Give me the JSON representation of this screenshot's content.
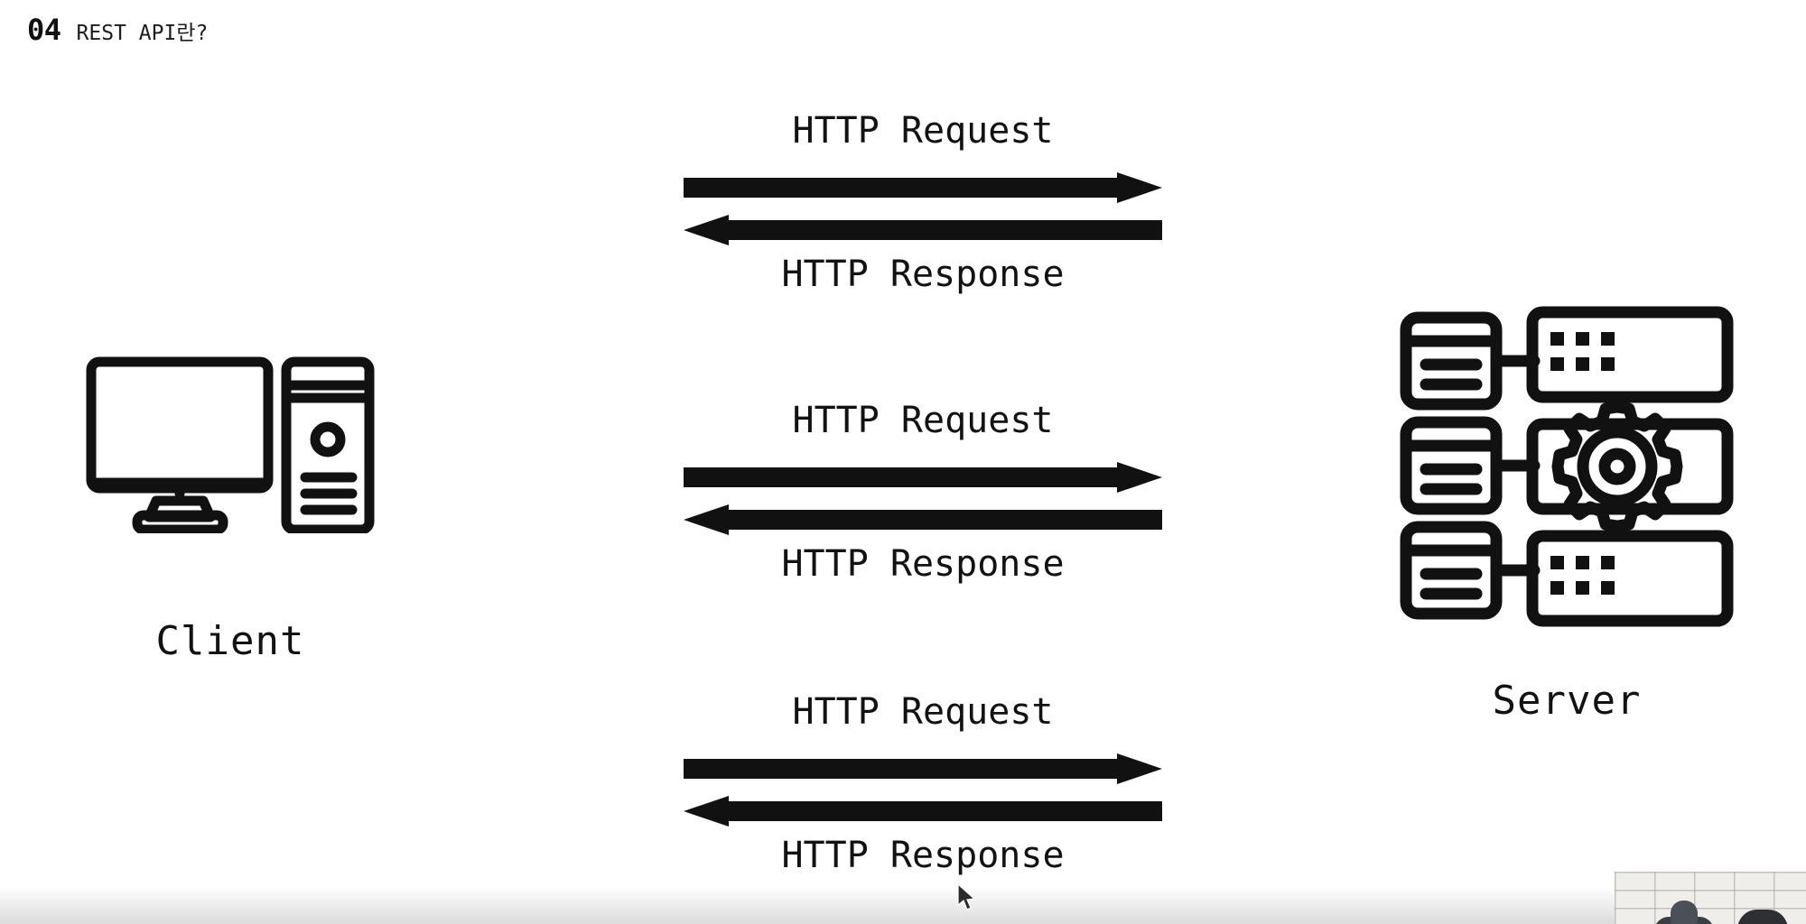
{
  "header": {
    "number": "04",
    "title": "REST API란?"
  },
  "nodes": {
    "client": {
      "label": "Client",
      "icon": "desktop-computer-icon"
    },
    "server": {
      "label": "Server",
      "icon": "server-rack-icon"
    }
  },
  "exchanges": [
    {
      "request_label": "HTTP Request",
      "response_label": "HTTP Response",
      "request_arrow": "arrow-right-icon",
      "response_arrow": "arrow-left-icon"
    },
    {
      "request_label": "HTTP Request",
      "response_label": "HTTP Response",
      "request_arrow": "arrow-right-icon",
      "response_arrow": "arrow-left-icon"
    },
    {
      "request_label": "HTTP Request",
      "response_label": "HTTP Response",
      "request_arrow": "arrow-right-icon",
      "response_arrow": "arrow-left-icon"
    }
  ],
  "colors": {
    "background": "#ffffff",
    "ink": "#121212",
    "player_bar": "#dcdcdc"
  },
  "overlay": {
    "webcam_thumbnail": "presenter-webcam",
    "cursor": "mouse-pointer-icon"
  }
}
